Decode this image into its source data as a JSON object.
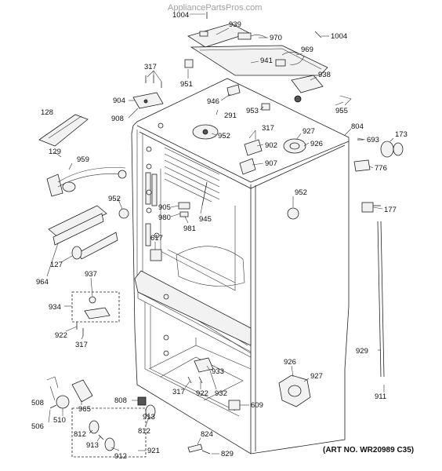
{
  "watermark": "AppliancePartsPros.com",
  "art_number": "(ART NO. WR20989 C35)",
  "colors": {
    "line": "#222222",
    "text": "#111111",
    "watermark": "#a0a0a0",
    "background": "#ffffff"
  },
  "labels": {
    "l1004a": "1004",
    "l939": "939",
    "l970": "970",
    "l1004b": "1004",
    "l317a": "317",
    "l941": "941",
    "l969": "969",
    "l951": "951",
    "l938": "938",
    "l904": "904",
    "l128": "128",
    "l908": "908",
    "l946": "946",
    "l291": "291",
    "l953": "953",
    "l955": "955",
    "l317b": "317",
    "l927a": "927",
    "l804": "804",
    "l693": "693",
    "l173": "173",
    "l952a": "952",
    "l902": "902",
    "l926a": "926",
    "l129": "129",
    "l959": "959",
    "l907": "907",
    "l776": "776",
    "l952b": "952",
    "l952c": "952",
    "l905": "905",
    "l980": "980",
    "l945": "945",
    "l981": "981",
    "l177": "177",
    "l617": "617",
    "l127": "127",
    "l964": "964",
    "l937": "937",
    "l934": "934",
    "l922a": "922",
    "l317c": "317",
    "l929": "929",
    "l926b": "926",
    "l933": "933",
    "l927b": "927",
    "l317d": "317",
    "l922b": "922",
    "l932": "932",
    "l508": "508",
    "l965": "965",
    "l808": "808",
    "l609": "609",
    "l911": "911",
    "l506": "506",
    "l510": "510",
    "l913a": "913",
    "l812a": "812",
    "l812b": "812",
    "l913b": "913",
    "l912": "912",
    "l921": "921",
    "l824": "824",
    "l829": "829"
  }
}
